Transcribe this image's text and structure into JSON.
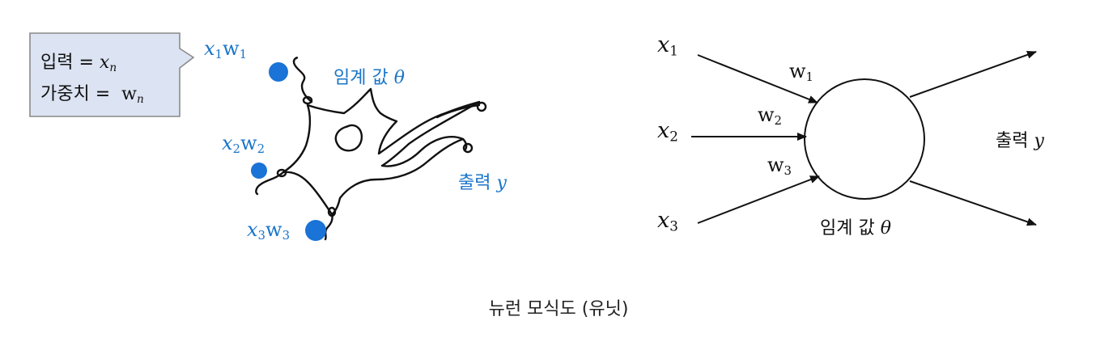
{
  "callout": {
    "line1_label": "입력 =",
    "line1_var": "x",
    "line1_sub": "n",
    "line2_label": "가중치 =",
    "line2_var": "w",
    "line2_sub": "n",
    "fill": "#dce3f2",
    "border": "#8a8a8a"
  },
  "neuron_sketch": {
    "inputs": [
      {
        "var": "x",
        "sub": "1",
        "wvar": "w",
        "wsub": "1"
      },
      {
        "var": "x",
        "sub": "2",
        "wvar": "w",
        "wsub": "2"
      },
      {
        "var": "x",
        "sub": "3",
        "wvar": "w",
        "wsub": "3"
      }
    ],
    "threshold_label": "임계 값",
    "threshold_symbol": "θ",
    "output_label": "출력",
    "output_symbol": "y",
    "label_color": "#1a75c9"
  },
  "unit_model": {
    "inputs": [
      {
        "var": "x",
        "sub": "1",
        "wvar": "w",
        "wsub": "1"
      },
      {
        "var": "x",
        "sub": "2",
        "wvar": "w",
        "wsub": "2"
      },
      {
        "var": "x",
        "sub": "3",
        "wvar": "w",
        "wsub": "3"
      }
    ],
    "threshold_label": "임계 값",
    "threshold_symbol": "θ",
    "output_label": "출력",
    "output_symbol": "y"
  },
  "caption": "뉴런 모식도 (유닛)"
}
